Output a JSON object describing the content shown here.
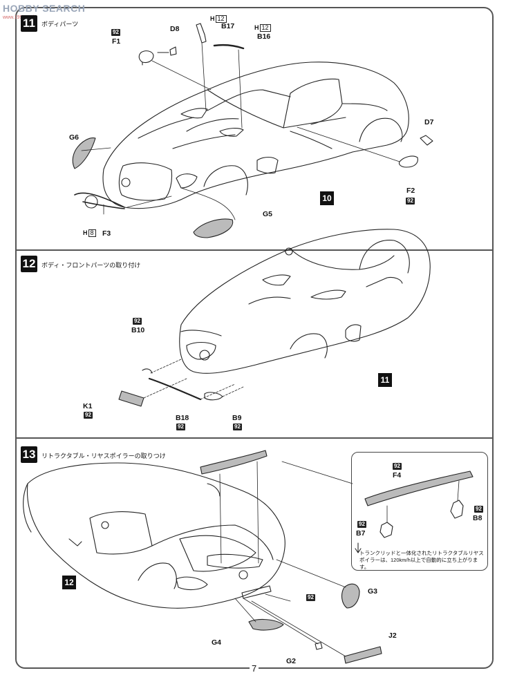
{
  "watermark": {
    "brand": "HOBBY SEARCH",
    "sub": "www.1999.co.jp"
  },
  "steps": [
    {
      "number": "11",
      "title": "ボディパーツ"
    },
    {
      "number": "12",
      "title": "ボディ・フロントパーツの取り付け"
    },
    {
      "number": "13",
      "title": "リトラクタブル・リヤスポイラーの取りつけ"
    }
  ],
  "step11": {
    "f1": "F1",
    "f1_paint": "92",
    "d8": "D8",
    "b17": "B17",
    "b17_h": "H",
    "b17_hval": "12",
    "b16": "B16",
    "b16_h": "H",
    "b16_hval": "12",
    "g6": "G6",
    "d7": "D7",
    "f2": "F2",
    "f2_paint": "92",
    "ref": "10",
    "g5": "G5",
    "f3": "F3",
    "f3_h": "H",
    "f3_hval": "8"
  },
  "step12": {
    "b10": "B10",
    "b10_paint": "92",
    "ref": "11",
    "k1": "K1",
    "k1_paint": "92",
    "b18": "B18",
    "b18_paint": "92",
    "b9": "B9",
    "b9_paint": "92"
  },
  "step13": {
    "f4": "F4",
    "f4_paint": "92",
    "b7": "B7",
    "b7_paint": "92",
    "b8": "B8",
    "b8_paint": "92",
    "note": "トランクリッドと一体化されたリトラクタブルリヤスポイラーは、120km/h以上で自動的に立ち上がります。",
    "ref": "12",
    "body_paint": "92",
    "g3": "G3",
    "g4": "G4",
    "j2": "J2",
    "g2": "G2"
  },
  "page_number": "7"
}
